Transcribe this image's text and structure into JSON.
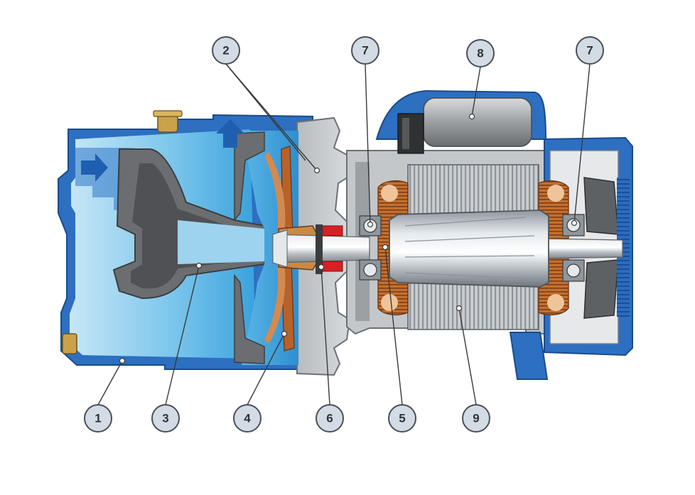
{
  "colors": {
    "housing_blue": "#2d6fc0",
    "water_light": "#b9e0f4",
    "water_mid": "#4fb1e2",
    "cast_grey": "#6d6f72",
    "metal_light": "#cfd3d6",
    "copper": "#b8622b",
    "brass": "#c9a24a",
    "seal_red": "#d72024",
    "callout_fill": "#d3dce4"
  },
  "callouts": [
    {
      "id": "c1",
      "label": "1",
      "part": "pump-body"
    },
    {
      "id": "c2",
      "label": "2",
      "part": "pump-casing-cover"
    },
    {
      "id": "c3",
      "label": "3",
      "part": "diffuser"
    },
    {
      "id": "c4",
      "label": "4",
      "part": "impeller"
    },
    {
      "id": "c5",
      "label": "5",
      "part": "motor-shaft"
    },
    {
      "id": "c6",
      "label": "6",
      "part": "mechanical-seal"
    },
    {
      "id": "c7a",
      "label": "7",
      "part": "front-bearing"
    },
    {
      "id": "c7b",
      "label": "7",
      "part": "rear-bearing"
    },
    {
      "id": "c8",
      "label": "8",
      "part": "capacitor"
    },
    {
      "id": "c9",
      "label": "9",
      "part": "stator"
    }
  ],
  "icons": [
    "inlet-arrow-icon",
    "outlet-arrow-icon"
  ]
}
